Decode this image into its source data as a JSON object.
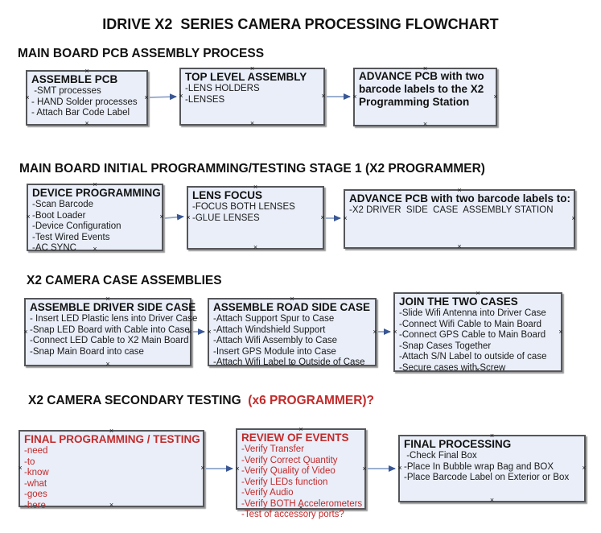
{
  "title": "IDRIVE X2  SERIES CAMERA PROCESSING FLOWCHART",
  "colors": {
    "box_fill": "#e9eef8",
    "box_border": "#55565a",
    "red_text": "#c22a2a",
    "arrow_line": "#8ea4c8",
    "arrow_head": "#3a5795"
  },
  "sections": [
    {
      "header": "MAIN BOARD PCB ASSEMBLY PROCESS",
      "boxes": [
        {
          "title": "ASSEMBLE PCB",
          "items": [
            " -SMT processes",
            "- HAND Solder processes",
            "- Attach Bar Code Label"
          ]
        },
        {
          "title": "TOP LEVEL ASSEMBLY",
          "items": [
            "-LENS HOLDERS",
            "-LENSES"
          ]
        },
        {
          "title": "ADVANCE PCB with two barcode labels to the  X2 Programming Station",
          "items": []
        }
      ]
    },
    {
      "header": "MAIN BOARD INITIAL PROGRAMMING/TESTING STAGE 1 (X2 PROGRAMMER)",
      "boxes": [
        {
          "title": "DEVICE PROGRAMMING",
          "items": [
            "-Scan Barcode",
            "-Boot Loader",
            "-Device Configuration",
            "-Test Wired Events",
            "-AC SYNC"
          ]
        },
        {
          "title": "LENS FOCUS",
          "items": [
            "-FOCUS BOTH LENSES",
            "-GLUE LENSES"
          ]
        },
        {
          "title": "ADVANCE PCB with two barcode labels to:",
          "items": [
            "-X2 DRIVER  SIDE  CASE  ASSEMBLY STATION"
          ]
        }
      ]
    },
    {
      "header": "X2 CAMERA CASE ASSEMBLIES",
      "boxes": [
        {
          "title": "ASSEMBLE DRIVER SIDE CASE",
          "items": [
            "- Insert LED Plastic lens into Driver Case",
            "-Snap LED Board with Cable into Case",
            "-Connect LED Cable to X2 Main Board",
            "-Snap Main Board into case"
          ]
        },
        {
          "title": "ASSEMBLE ROAD SIDE CASE",
          "items": [
            "-Attach Support Spur to Case",
            "-Attach Windshield Support",
            "-Attach Wifi Assembly to Case",
            "-Insert GPS Module into Case",
            "-Attach Wifi Label to Outside of Case"
          ]
        },
        {
          "title": "JOIN THE TWO CASES",
          "items": [
            "-Slide Wifi Antenna into Driver Case",
            "-Connect Wifi Cable to Main Board",
            "-Connect GPS Cable to Main Board",
            "-Snap Cases Together",
            "-Attach S/N Label to outside of case",
            "-Secure cases with Screw"
          ]
        }
      ]
    },
    {
      "header": "X2 CAMERA SECONDARY TESTING  ",
      "header_suffix": "(x6 PROGRAMMER)?",
      "boxes": [
        {
          "title": "FINAL PROGRAMMING / TESTING",
          "items": [
            "-need",
            "-to",
            "-know",
            "-what",
            "-goes",
            "-here"
          ]
        },
        {
          "title": "REVIEW OF EVENTS",
          "items": [
            "-Verify Transfer",
            "-Verify Correct Quantity",
            "-Verify Quality of Video",
            "-Verify LEDs function",
            "-Verify Audio",
            "-Verify BOTH Accelerometers",
            "-Test of accessory ports?"
          ]
        },
        {
          "title": "FINAL PROCESSING",
          "items": [
            " -Check Final Box",
            "-Place In Bubble wrap Bag and BOX",
            "-Place Barcode Label on Exterior or Box"
          ]
        }
      ]
    }
  ]
}
